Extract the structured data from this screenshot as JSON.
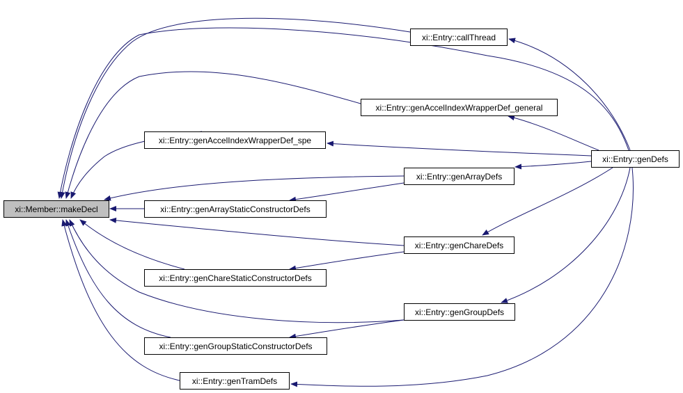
{
  "diagram": {
    "type": "call-graph",
    "edge_color": "#191970",
    "root_fill": "#bfbfbf",
    "nodes": [
      {
        "id": "makeDecl",
        "label": "xi::Member::makeDecl",
        "root": true
      },
      {
        "id": "callThread",
        "label": "xi::Entry::callThread"
      },
      {
        "id": "genAccelGeneral",
        "label": "xi::Entry::genAccelIndexWrapperDef_general"
      },
      {
        "id": "genAccelSpe",
        "label": "xi::Entry::genAccelIndexWrapperDef_spe"
      },
      {
        "id": "genArrayDefs",
        "label": "xi::Entry::genArrayDefs"
      },
      {
        "id": "genArrayStatic",
        "label": "xi::Entry::genArrayStaticConstructorDefs"
      },
      {
        "id": "genChareDefs",
        "label": "xi::Entry::genChareDefs"
      },
      {
        "id": "genChareStatic",
        "label": "xi::Entry::genChareStaticConstructorDefs"
      },
      {
        "id": "genGroupDefs",
        "label": "xi::Entry::genGroupDefs"
      },
      {
        "id": "genGroupStatic",
        "label": "xi::Entry::genGroupStaticConstructorDefs"
      },
      {
        "id": "genTramDefs",
        "label": "xi::Entry::genTramDefs"
      },
      {
        "id": "genDefs",
        "label": "xi::Entry::genDefs"
      }
    ],
    "edges": [
      {
        "from": "callThread",
        "to": "makeDecl"
      },
      {
        "from": "genAccelGeneral",
        "to": "makeDecl"
      },
      {
        "from": "genAccelSpe",
        "to": "makeDecl"
      },
      {
        "from": "genArrayDefs",
        "to": "makeDecl"
      },
      {
        "from": "genArrayStatic",
        "to": "makeDecl"
      },
      {
        "from": "genChareDefs",
        "to": "makeDecl"
      },
      {
        "from": "genChareStatic",
        "to": "makeDecl"
      },
      {
        "from": "genGroupDefs",
        "to": "makeDecl"
      },
      {
        "from": "genGroupStatic",
        "to": "makeDecl"
      },
      {
        "from": "genTramDefs",
        "to": "makeDecl"
      },
      {
        "from": "genDefs",
        "to": "makeDecl"
      },
      {
        "from": "genDefs",
        "to": "callThread"
      },
      {
        "from": "genDefs",
        "to": "genAccelGeneral"
      },
      {
        "from": "genDefs",
        "to": "genAccelSpe"
      },
      {
        "from": "genDefs",
        "to": "genArrayDefs"
      },
      {
        "from": "genDefs",
        "to": "genChareDefs"
      },
      {
        "from": "genDefs",
        "to": "genGroupDefs"
      },
      {
        "from": "genDefs",
        "to": "genTramDefs"
      },
      {
        "from": "genArrayDefs",
        "to": "genArrayStatic"
      },
      {
        "from": "genChareDefs",
        "to": "genChareStatic"
      },
      {
        "from": "genGroupDefs",
        "to": "genGroupStatic"
      }
    ]
  }
}
